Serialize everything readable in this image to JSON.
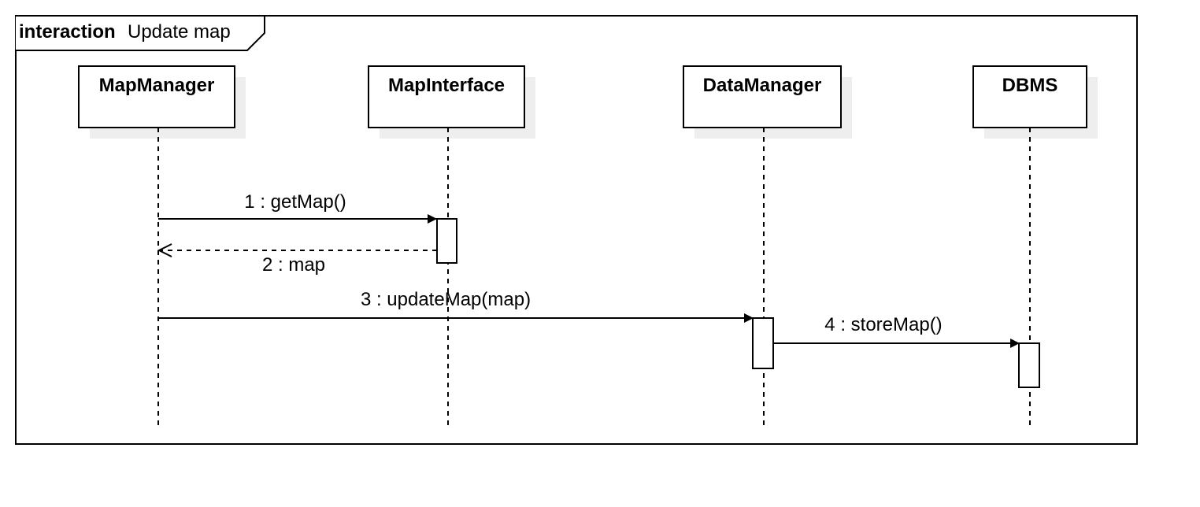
{
  "frame": {
    "keyword": "interaction",
    "name": "Update map"
  },
  "lifelines": [
    {
      "id": "mapmanager",
      "name": "MapManager"
    },
    {
      "id": "mapinterface",
      "name": "MapInterface"
    },
    {
      "id": "datamanager",
      "name": "DataManager"
    },
    {
      "id": "dbms",
      "name": "DBMS"
    }
  ],
  "messages": [
    {
      "label": "1 : getMap()",
      "from": "MapManager",
      "to": "MapInterface",
      "kind": "sync"
    },
    {
      "label": "2 : map",
      "from": "MapInterface",
      "to": "MapManager",
      "kind": "return"
    },
    {
      "label": "3 : updateMap(map)",
      "from": "MapManager",
      "to": "DataManager",
      "kind": "sync"
    },
    {
      "label": "4 : storeMap()",
      "from": "DataManager",
      "to": "DBMS",
      "kind": "sync"
    }
  ]
}
